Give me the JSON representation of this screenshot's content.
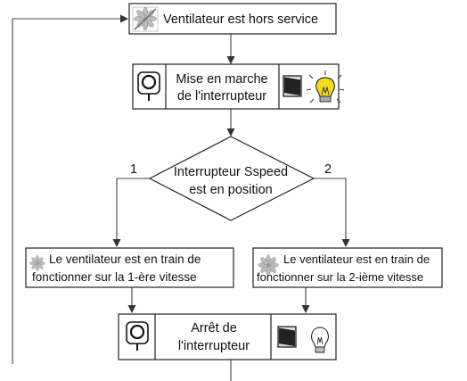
{
  "diagram": {
    "nodes": {
      "start": {
        "text": "Ventilateur est hors service",
        "icon": "fan-off-icon"
      },
      "switch_on": {
        "lines": [
          "Mise en marche",
          "de l'interrupteur"
        ],
        "icons": [
          "round-switch-icon",
          "wall-switch-icon",
          "lit-bulb-icon"
        ]
      },
      "decision": {
        "lines": [
          "Interrupteur Sspeed",
          "est en position"
        ]
      },
      "speed1": {
        "lines": [
          "Le ventilateur est en train de",
          "fonctionner sur la 1-ère vitesse"
        ],
        "icon": "fan-icon"
      },
      "speed2": {
        "lines": [
          "Le ventilateur est en train de",
          "fonctionner sur la 2-ième vitesse"
        ],
        "icon": "fan-icon"
      },
      "switch_off": {
        "lines": [
          "Arrêt de",
          "l'interrupteur"
        ],
        "icons": [
          "round-switch-icon",
          "wall-switch-icon",
          "unlit-bulb-icon"
        ]
      }
    },
    "branches": {
      "left": "1",
      "right": "2"
    },
    "colors": {
      "fan_gray": "#bbbbbb",
      "bulb_yellow": "#f2dd22",
      "stroke": "#222222"
    }
  }
}
